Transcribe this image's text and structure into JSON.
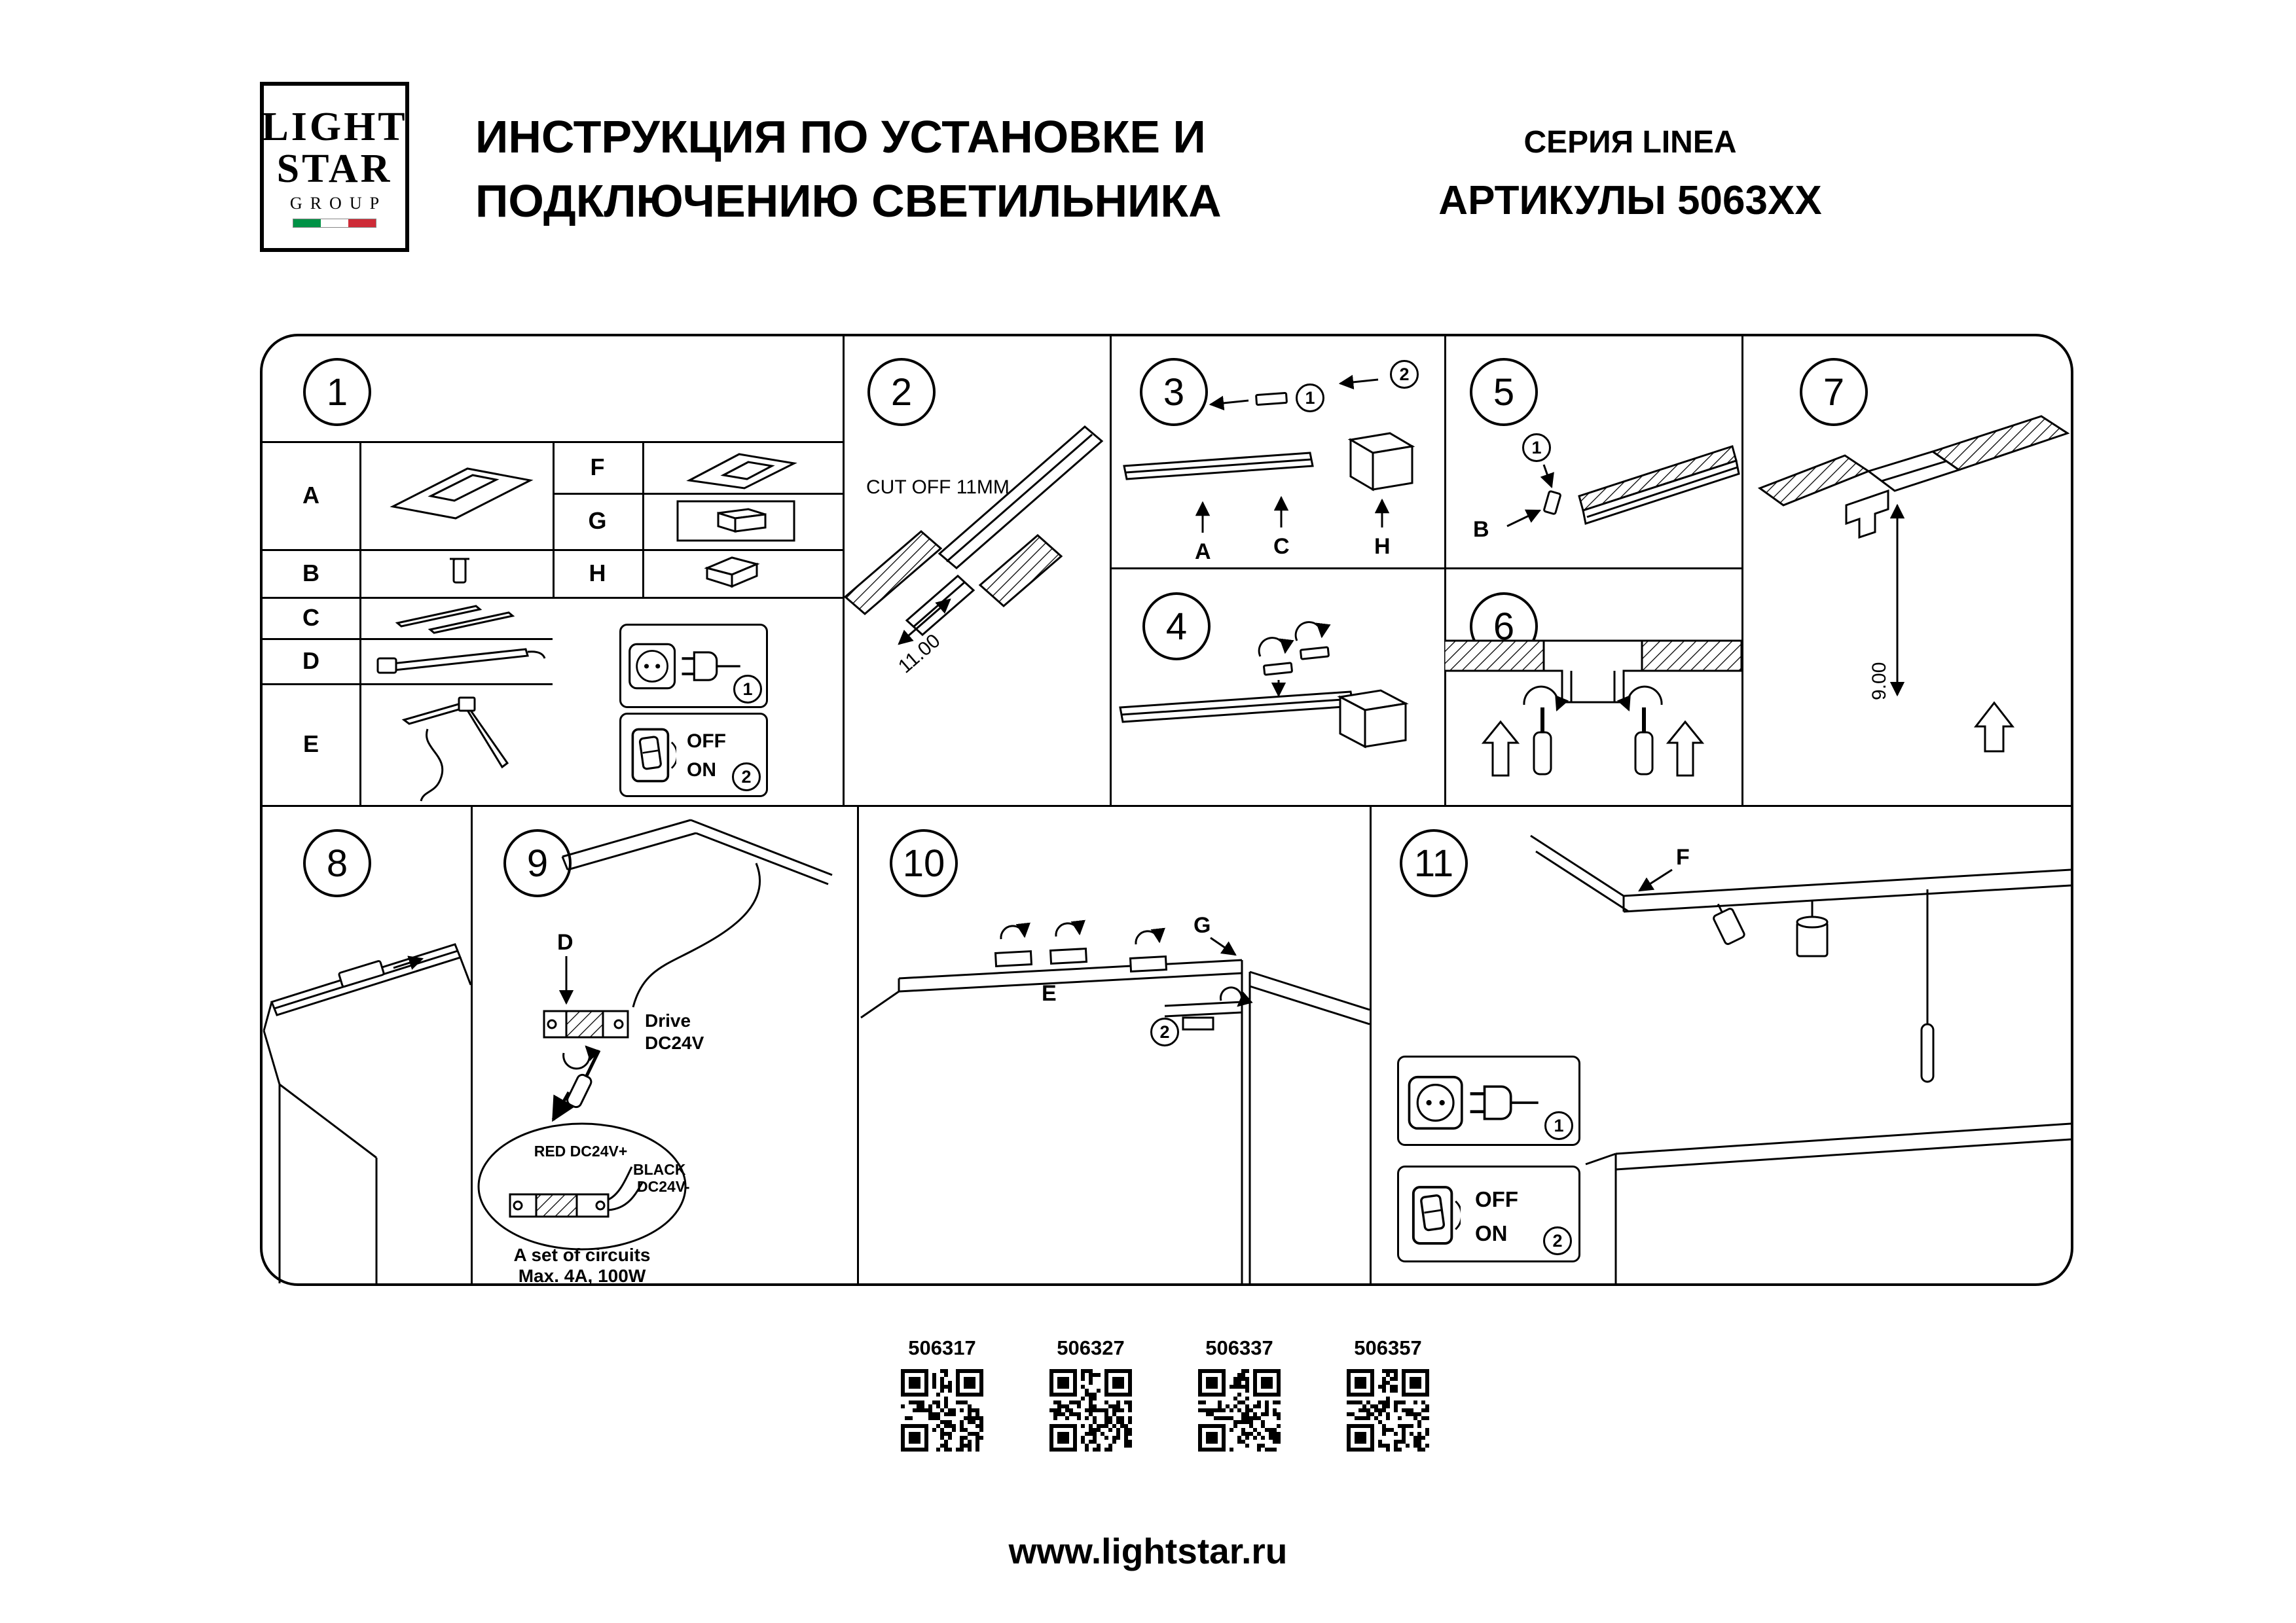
{
  "header": {
    "logo": {
      "line1": "LIGHT",
      "line2": "STAR",
      "line3": "GROUP",
      "flag_colors": [
        "#009246",
        "#ffffff",
        "#ce2b37"
      ]
    },
    "title_line1": "ИНСТРУКЦИЯ ПО УСТАНОВКЕ И",
    "title_line2": "ПОДКЛЮЧЕНИЮ СВЕТИЛЬНИКА",
    "series": "СЕРИЯ LINEA",
    "articles": "АРТИКУЛЫ 5063XX"
  },
  "panels": {
    "p1": {
      "number": "1",
      "parts": {
        "a": "A",
        "b": "B",
        "c": "C",
        "d": "D",
        "e": "E",
        "f": "F",
        "g": "G",
        "h": "H"
      },
      "plug_step": "1",
      "switch_off": "OFF",
      "switch_on": "ON",
      "switch_step": "2"
    },
    "p2": {
      "number": "2",
      "cut_label": "CUT OFF 11MM",
      "dimension": "11.00"
    },
    "p3": {
      "number": "3",
      "step1": "1",
      "step2": "2",
      "label_a": "A",
      "label_c": "C",
      "label_h": "H"
    },
    "p4": {
      "number": "4"
    },
    "p5": {
      "number": "5",
      "step1": "1",
      "label_b": "B"
    },
    "p6": {
      "number": "6"
    },
    "p7": {
      "number": "7",
      "dimension": "9.00"
    },
    "p8": {
      "number": "8"
    },
    "p9": {
      "number": "9",
      "label_d": "D",
      "drive_line1": "Drive",
      "drive_line2": "DC24V",
      "wire_red": "RED DC24V+",
      "wire_black_line1": "BLACK",
      "wire_black_line2": "DC24V-",
      "note_line1": "A set of circuits",
      "note_line2": "Max. 4A, 100W"
    },
    "p10": {
      "number": "10",
      "label_e": "E",
      "label_g": "G",
      "step2": "2"
    },
    "p11": {
      "number": "11",
      "label_f": "F",
      "plug_step": "1",
      "switch_off": "OFF",
      "switch_on": "ON",
      "switch_step": "2"
    }
  },
  "qr_codes": [
    {
      "code": "506317"
    },
    {
      "code": "506327"
    },
    {
      "code": "506337"
    },
    {
      "code": "506357"
    }
  ],
  "footer": {
    "url": "www.lightstar.ru"
  }
}
